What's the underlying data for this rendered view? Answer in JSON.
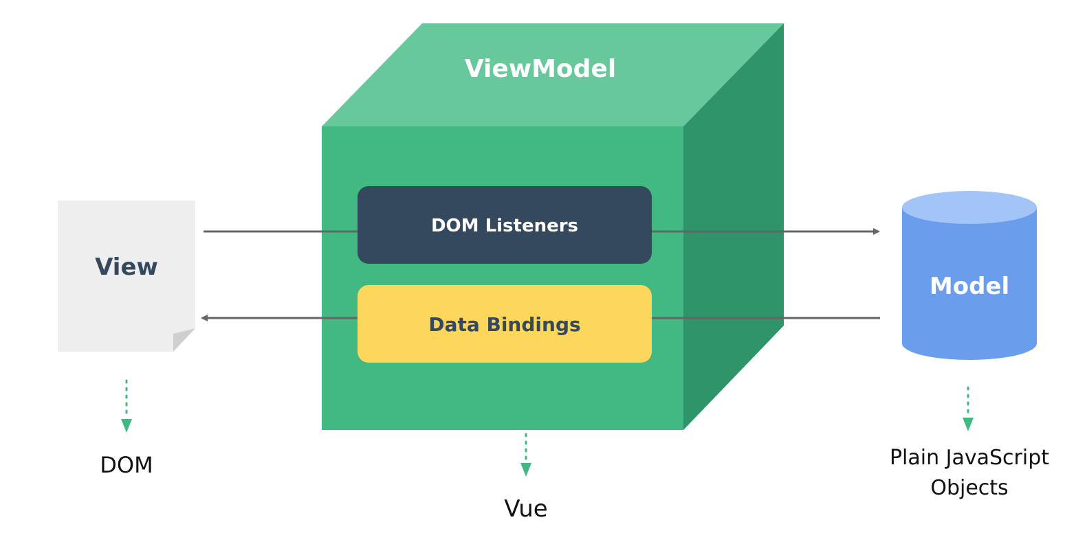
{
  "viewmodel": {
    "title": "ViewModel"
  },
  "dom_listeners": {
    "label": "DOM Listeners"
  },
  "data_bindings": {
    "label": "Data Bindings"
  },
  "view": {
    "label": "View",
    "caption": "DOM"
  },
  "model": {
    "label": "Model",
    "caption_line1": "Plain JavaScript",
    "caption_line2": "Objects"
  },
  "vue": {
    "caption": "Vue"
  },
  "colors": {
    "cube_front": "#42b983",
    "cube_top": "#67c89b",
    "cube_side": "#2f9469",
    "listeners_box": "#34495e",
    "bindings_box": "#fdd75c",
    "view_page": "#eeeeee",
    "model_cylinder": "#6b9ded",
    "model_top": "#a3c4f7",
    "arrow": "#666666",
    "dotted": "#42b983",
    "text_dark": "#34495e"
  }
}
